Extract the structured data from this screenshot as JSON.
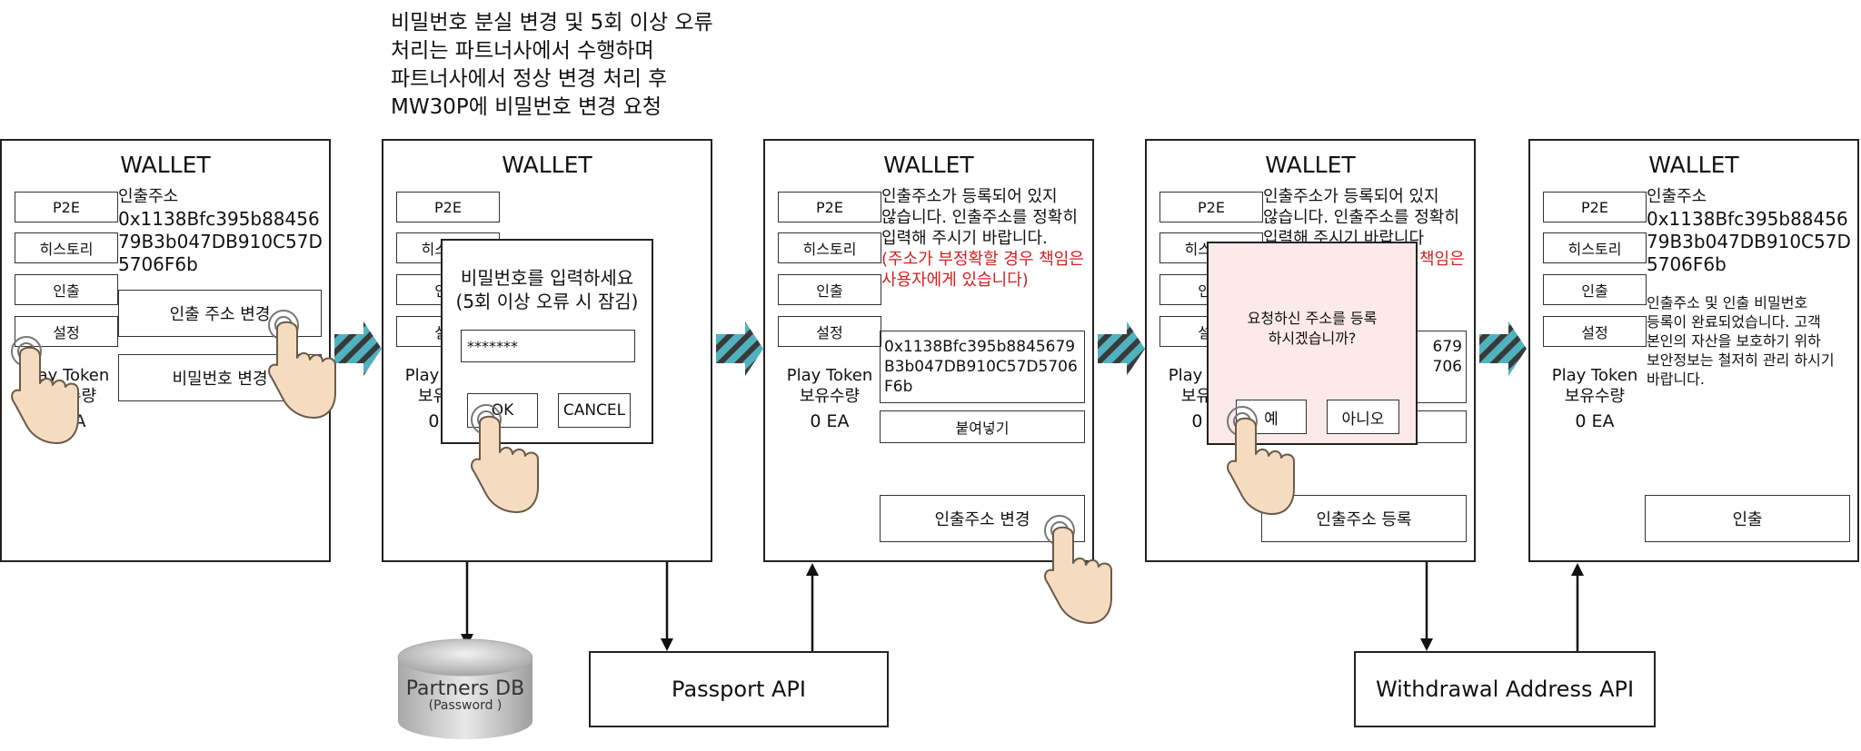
{
  "note_text": "비밀번호 분실 변경 및 5회 이상 오류\n처리는 파트너사에서 수행하며\n파트너사에서 정상 변경 처리 후\nMW30P에 비밀번호 변경 요청",
  "wallet_title": "WALLET",
  "nav": {
    "p2e": "P2E",
    "history": "히스토리",
    "withdraw": "인출",
    "settings": "설정"
  },
  "token": {
    "label1": "Play Token",
    "label2": "보유수량",
    "amount": "0 EA"
  },
  "screen1": {
    "addr_label": "인출주소",
    "address_lines": [
      "0x1138Bfc395b88456",
      "79B3b047DB910C57D",
      "5706F6b"
    ],
    "change_address_button": "인출 주소 변경",
    "change_password_button": "비밀번호 변경"
  },
  "screen2": {
    "popup_title1": "비밀번호를 입력하세요",
    "popup_title2": "(5회 이상 오류 시 잠김)",
    "password_value": "*******",
    "ok_button": "OK",
    "cancel_button": "CANCEL"
  },
  "screen3": {
    "msg_lines": [
      "인출주소가 등록되어 있지",
      "않습니다. 인출주소를 정확히",
      "입력해 주시기 바랍니다."
    ],
    "warn_lines": [
      "(주소가 부정확할 경우 책임은",
      "사용자에게 있습니다)"
    ],
    "address_lines": [
      "0x1138Bfc395b8845679",
      "B3b047DB910C57D5706",
      "F6b"
    ],
    "paste_button": "붙여넣기",
    "change_button": "인출주소 변경"
  },
  "screen4": {
    "msg_lines": [
      "인출주소가 등록되어 있지",
      "않습니다. 인출주소를 정확히",
      "입력해 주시기 바랍니다"
    ],
    "warn_partial": "책임은",
    "addr_partial": [
      "679",
      "706"
    ],
    "confirm_line1": "요청하신 주소를 등록",
    "confirm_line2": "하시겠습니까?",
    "yes_button": "예",
    "no_button": "아니오",
    "register_button": "인출주소 등록"
  },
  "screen5": {
    "addr_label": "인출주소",
    "address_lines": [
      "0x1138Bfc395b88456",
      "79B3b047DB910C57D",
      "5706F6b"
    ],
    "done_lines": [
      "인출주소 및 인출 비밀번호",
      "등록이 완료되었습니다. 고객",
      "본인의 자산을 보호하기 위하",
      "보안정보는 철저히 관리 하시기",
      "바랍니다."
    ],
    "withdraw_button": "인출"
  },
  "partners_db": {
    "name": "Partners DB",
    "sub": "(Password )"
  },
  "passport_api": "Passport API",
  "withdrawal_api": "Withdrawal Address API",
  "colors": {
    "arrow_teal": "#4fb3bf",
    "arrow_dark": "#3a3a3a",
    "popup_pink": "#fce9e9",
    "warn_red": "#d42020",
    "hand_fill": "#f5dcc0"
  }
}
